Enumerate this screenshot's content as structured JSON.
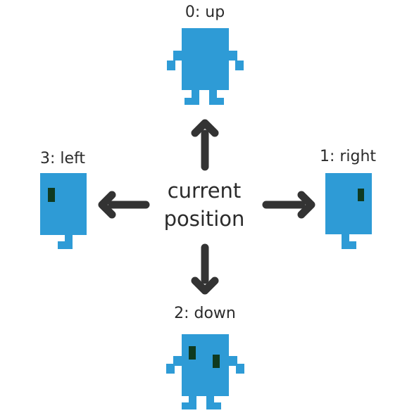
{
  "labels": {
    "up": "0: up",
    "right": "1: right",
    "down": "2: down",
    "left": "3: left",
    "center_line1": "current",
    "center_line2": "position"
  },
  "colors": {
    "character": "#2e9bd6",
    "eye": "#0f3a20",
    "arrow": "#333333",
    "text": "#2b2b2b"
  },
  "icons": {
    "arrow_up": "arrow-up-icon",
    "arrow_right": "arrow-right-icon",
    "arrow_down": "arrow-down-icon",
    "arrow_left": "arrow-left-icon"
  }
}
